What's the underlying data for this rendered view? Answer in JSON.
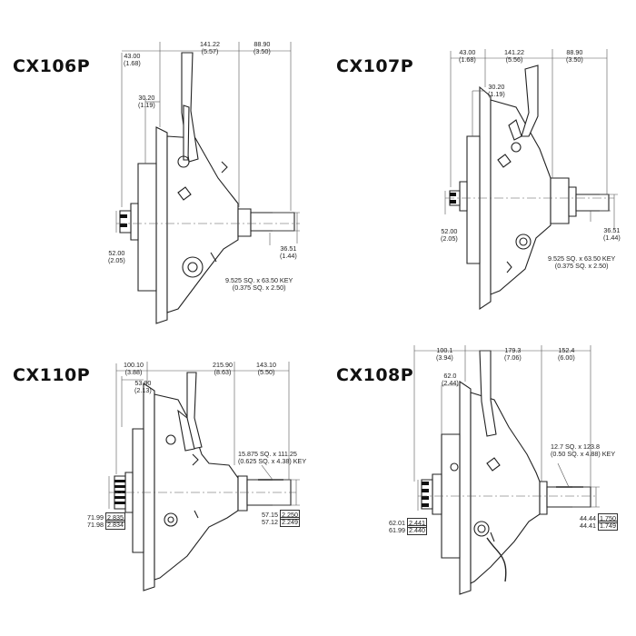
{
  "models": [
    {
      "title": "CX106P",
      "dims": [
        {
          "v": "43.00",
          "s": "(1.68)"
        },
        {
          "v": "141.22",
          "s": "(5.57)"
        },
        {
          "v": "88.90",
          "s": "(3.50)"
        },
        {
          "v": "30.20",
          "s": "(1.19)"
        },
        {
          "v": "52.00",
          "s": "(2.05)"
        },
        {
          "v": "36.51",
          "s": "(1.44)"
        },
        {
          "v": "9.525 SQ. x 63.50 KEY",
          "s": "(0.375 SQ. x 2.50)"
        }
      ]
    },
    {
      "title": "CX107P",
      "dims": [
        {
          "v": "43.00",
          "s": "(1.68)"
        },
        {
          "v": "141.22",
          "s": "(5.56)"
        },
        {
          "v": "88.90",
          "s": "(3.50)"
        },
        {
          "v": "30.20",
          "s": "(1.19)"
        },
        {
          "v": "52.00",
          "s": "(2.05)"
        },
        {
          "v": "36.51",
          "s": "(1.44)"
        },
        {
          "v": "9.525 SQ. x 63.50 KEY",
          "s": "(0.375 SQ. x 2.50)"
        }
      ]
    },
    {
      "title": "CX110P",
      "dims": [
        {
          "v": "100.10",
          "s": "(3.88)"
        },
        {
          "v": "215.90",
          "s": "(8.63)"
        },
        {
          "v": "143.10",
          "s": "(5.50)"
        },
        {
          "v": "53.90",
          "s": "(2.13)"
        },
        {
          "v": "15.875 SQ. x 111.25",
          "s": "(0.625 SQ. x 4.38) KEY"
        },
        {
          "v": "71.99",
          "s": "2.835"
        },
        {
          "v": "71.98",
          "s": "2.834"
        },
        {
          "v": "57.15",
          "s": "2.250"
        },
        {
          "v": "57.12",
          "s": "2.249"
        }
      ]
    },
    {
      "title": "CX108P",
      "dims": [
        {
          "v": "100.1",
          "s": "(3.94)"
        },
        {
          "v": "179.3",
          "s": "(7.06)"
        },
        {
          "v": "152.4",
          "s": "(6.00)"
        },
        {
          "v": "62.0",
          "s": "(2.44)"
        },
        {
          "v": "12.7 SQ. x 123.8",
          "s": "(0.50 SQ. x 4.88) KEY"
        },
        {
          "v": "62.01",
          "s": "2.441"
        },
        {
          "v": "61.99",
          "s": "2.440"
        },
        {
          "v": "44.44",
          "s": "1.750"
        },
        {
          "v": "44.41",
          "s": "1.749"
        }
      ]
    }
  ]
}
